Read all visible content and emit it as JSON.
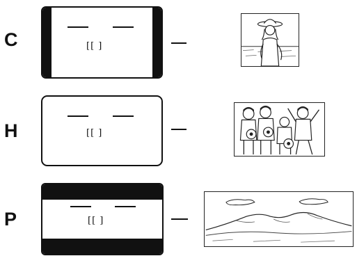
{
  "rows": [
    {
      "letter": "C",
      "af_mark": "[[ ]"
    },
    {
      "letter": "H",
      "af_mark": "[[ ]"
    },
    {
      "letter": "P",
      "af_mark": "[[ ]"
    }
  ]
}
